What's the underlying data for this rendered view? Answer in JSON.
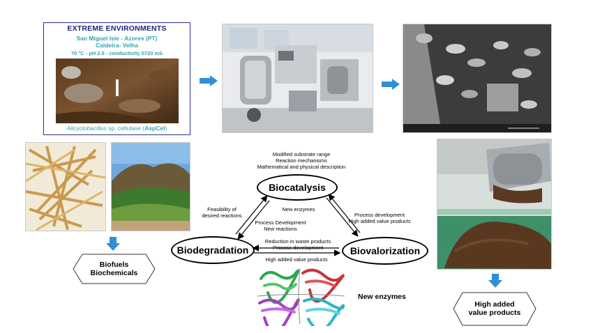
{
  "environment_card": {
    "title": "EXTREME ENVIRONMENTS",
    "location_line1": "San Miguel Isle - Azores (PT)",
    "location_line2": "Caldeira- Velha",
    "parameters": "70 °C - pH 2.5 - conductivity 5720 mS",
    "caption_species": "Alicyclobacillus",
    "caption_rest": " sp. cellulase (",
    "caption_code": "AspCel",
    "caption_close": ")"
  },
  "cycle": {
    "top_node": "Biocatalysis",
    "left_node": "Biodegradation",
    "right_node": "Biovalorization",
    "top_notes": [
      "Modified substrate range",
      "Reaction mechanisms",
      "Mathematical and physical description"
    ],
    "left_arrow_outer": [
      "Feasibility of",
      "desired reactions"
    ],
    "left_arrow_inner_top": "New enzymes",
    "left_arrow_inner": [
      "Process Development",
      "New reactions"
    ],
    "right_arrow_outer": [
      "Process development",
      "High added value products"
    ],
    "bottom_top": [
      "Reduction  in waste products",
      "Process development"
    ],
    "bottom_below": "High added value products",
    "enzyme_label": "New enzymes"
  },
  "left_output": [
    "Biofuels",
    "Biochemicals"
  ],
  "right_output": [
    "High added",
    "value products"
  ],
  "colors": {
    "arrow_blue": "#2f8fd8",
    "card_border": "#2b2f8a",
    "card_title": "#1f237a",
    "card_text": "#36a2b3"
  }
}
